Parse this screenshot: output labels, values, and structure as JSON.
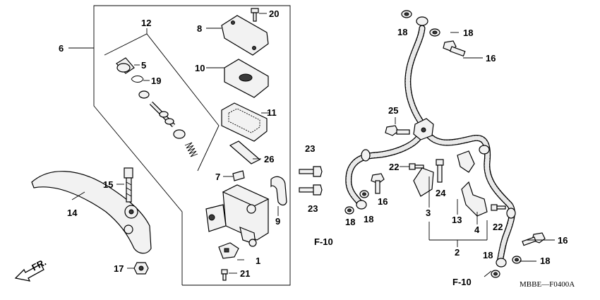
{
  "diagram": {
    "callouts": [
      "1",
      "2",
      "3",
      "4",
      "5",
      "6",
      "7",
      "8",
      "9",
      "10",
      "11",
      "12",
      "13",
      "14",
      "15",
      "16",
      "16",
      "16",
      "17",
      "18",
      "18",
      "18",
      "18",
      "18",
      "18",
      "19",
      "20",
      "21",
      "22",
      "22",
      "23",
      "23",
      "24",
      "25",
      "26"
    ],
    "ref_labels": [
      "F-10",
      "F-10"
    ],
    "direction_label": "FR.",
    "drawing_code": "MBBE—F0400A"
  }
}
